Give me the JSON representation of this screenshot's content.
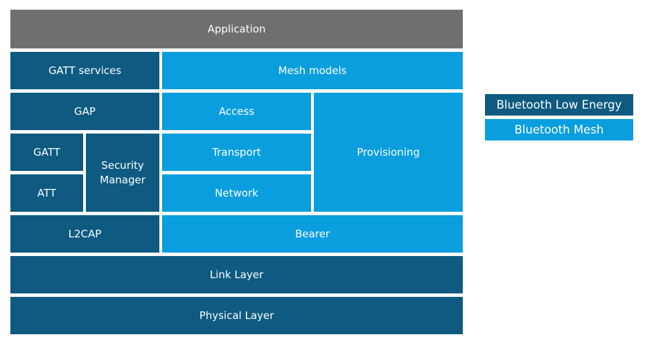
{
  "colors": {
    "ble_dark": "#0e5a80",
    "mesh_light": "#0a9ede",
    "application_gray": "#6f6f6f",
    "label_text": "#ffffff",
    "background": "#ffffff"
  },
  "blocks": {
    "application": "Application",
    "gatt_services": "GATT services",
    "mesh_models": "Mesh models",
    "gap": "GAP",
    "access": "Access",
    "provisioning": "Provisioning",
    "gatt": "GATT",
    "security_manager": "Security Manager",
    "transport": "Transport",
    "att": "ATT",
    "network": "Network",
    "l2cap": "L2CAP",
    "bearer": "Bearer",
    "link_layer": "Link Layer",
    "physical_layer": "Physical Layer"
  },
  "legend": {
    "items": [
      {
        "label": "Bluetooth Low Energy",
        "color": "#0e5a80"
      },
      {
        "label": "Bluetooth Mesh",
        "color": "#0a9ede"
      }
    ]
  }
}
